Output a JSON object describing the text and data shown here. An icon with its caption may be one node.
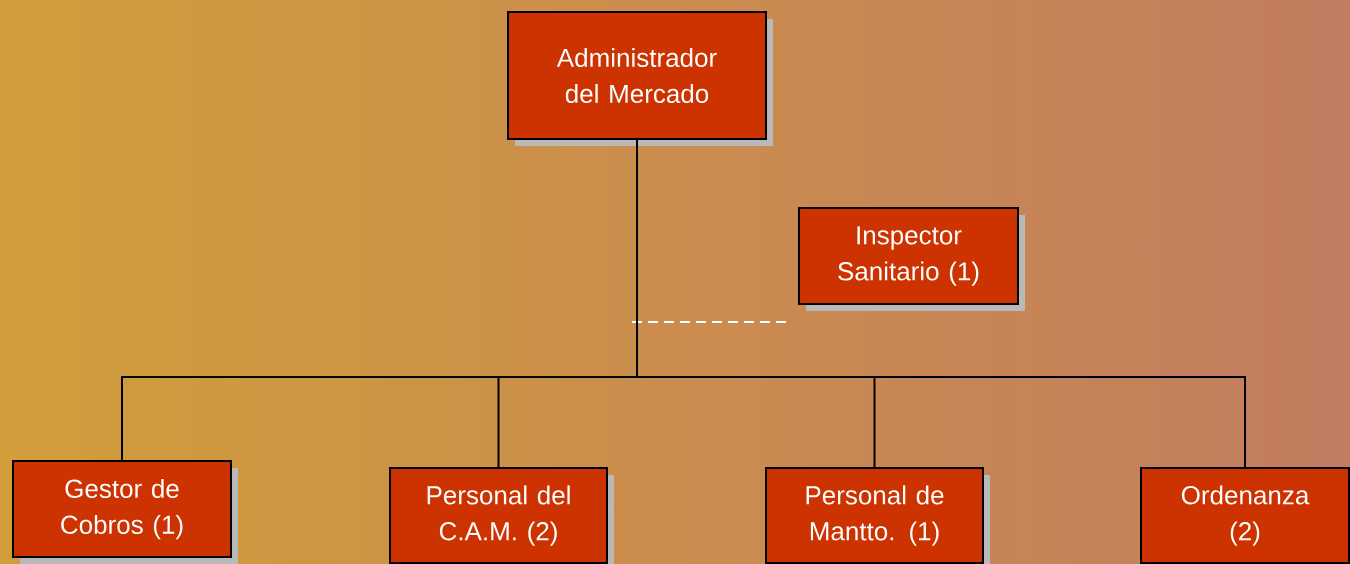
{
  "diagram": {
    "nodes": [
      {
        "text": [
          "Administrador del Mercado"
        ]
      },
      {
        "text": [
          "Inspector Sanitario (1)"
        ]
      },
      {
        "text": [
          "Gestor de Cobros (1)"
        ]
      },
      {
        "text": [
          "Personal del C.A.M. (2)"
        ]
      },
      {
        "text": [
          "Personal de Mantto. (1)"
        ]
      },
      {
        "text": [
          "Ordenanza (2)"
        ]
      }
    ],
    "edges": [
      {
        "from": 0,
        "to": 2,
        "arrow": "none"
      },
      {
        "from": 0,
        "to": 3,
        "arrow": "none"
      },
      {
        "from": 0,
        "to": 4,
        "arrow": "none"
      },
      {
        "from": 0,
        "to": 5,
        "arrow": "none"
      }
    ]
  }
}
